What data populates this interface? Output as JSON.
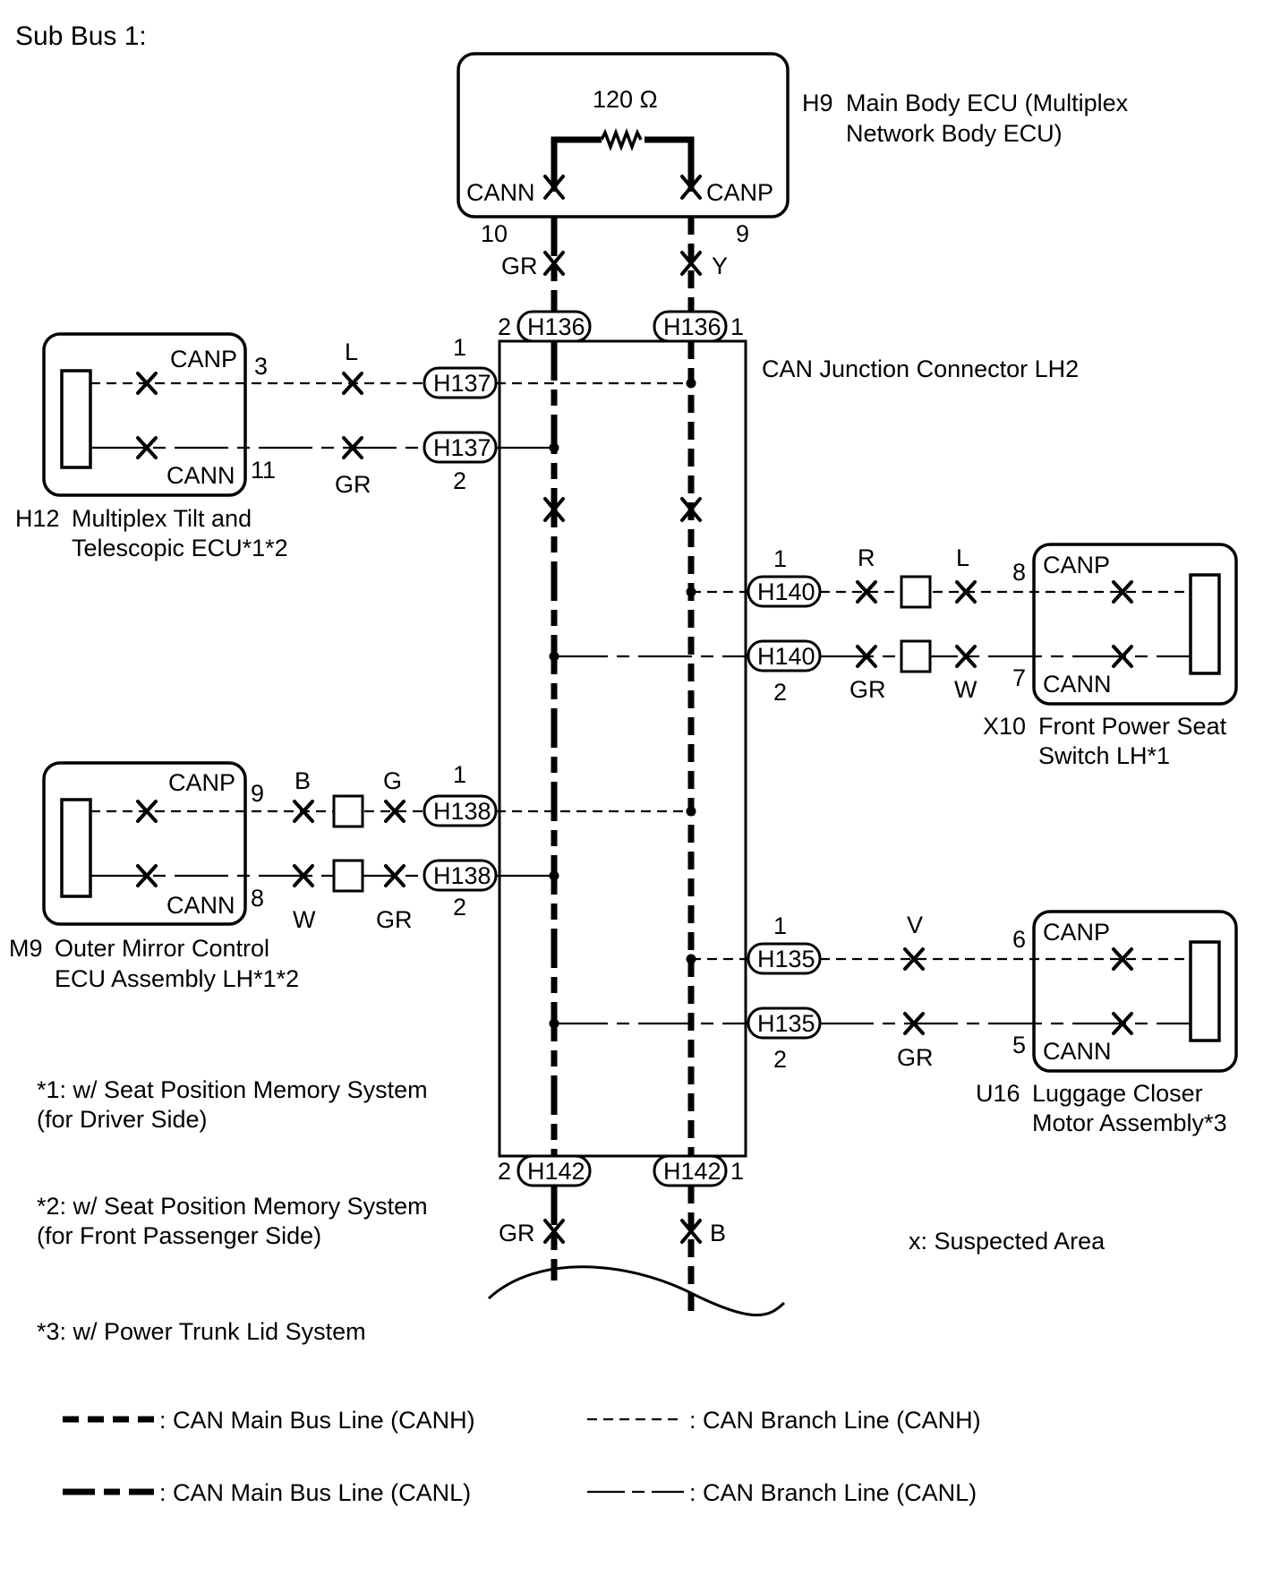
{
  "title": "Sub Bus 1:",
  "main_ecu": {
    "id": "H9",
    "name_line1": "Main Body ECU (Multiplex",
    "name_line2": "Network Body ECU)",
    "resistor": "120 Ω",
    "pin_canl_label": "CANN",
    "pin_canh_label": "CANP",
    "pin_canl_num": "10",
    "pin_canh_num": "9",
    "wire_canl_color": "GR",
    "wire_canh_color": "Y"
  },
  "junction": {
    "name": "CAN Junction Connector LH2",
    "top_connector": "H136",
    "top_pin_canl": "2",
    "top_pin_canh": "1",
    "bottom_connector": "H142",
    "bottom_pin_canl": "2",
    "bottom_pin_canh": "1",
    "bottom_wire_canl_color": "GR",
    "bottom_wire_canh_color": "B"
  },
  "h12": {
    "id": "H12",
    "name_line1": "Multiplex Tilt and",
    "name_line2": "Telescopic ECU*1*2",
    "canp_label": "CANP",
    "cann_label": "CANN",
    "canp_pin": "3",
    "cann_pin": "11",
    "canp_color": "L",
    "cann_color": "GR",
    "connector": "H137",
    "conn_pin_canp": "1",
    "conn_pin_cann": "2"
  },
  "m9": {
    "id": "M9",
    "name_line1": "Outer Mirror Control",
    "name_line2": "ECU Assembly LH*1*2",
    "canp_label": "CANP",
    "cann_label": "CANN",
    "canp_pin": "9",
    "cann_pin": "8",
    "canp_color1": "B",
    "canp_color2": "G",
    "cann_color1": "W",
    "cann_color2": "GR",
    "connector": "H138",
    "conn_pin_canp": "1",
    "conn_pin_cann": "2"
  },
  "x10": {
    "id": "X10",
    "name_line1": "Front Power Seat",
    "name_line2": "Switch LH*1",
    "canp_label": "CANP",
    "cann_label": "CANN",
    "canp_pin": "8",
    "cann_pin": "7",
    "canp_color1": "R",
    "canp_color2": "L",
    "cann_color1": "GR",
    "cann_color2": "W",
    "connector": "H140",
    "conn_pin_canp": "1",
    "conn_pin_cann": "2"
  },
  "u16": {
    "id": "U16",
    "name_line1": "Luggage Closer",
    "name_line2": "Motor Assembly*3",
    "canp_label": "CANP",
    "cann_label": "CANN",
    "canp_pin": "6",
    "cann_pin": "5",
    "canp_color": "V",
    "cann_color": "GR",
    "connector": "H135",
    "conn_pin_canp": "1",
    "conn_pin_cann": "2"
  },
  "notes": {
    "n1_line1": "*1: w/ Seat Position Memory System",
    "n1_line2": "(for Driver Side)",
    "n2_line1": "*2: w/ Seat Position Memory System",
    "n2_line2": "(for Front Passenger Side)",
    "n3": "*3: w/ Power Trunk Lid System",
    "suspected": "x: Suspected Area"
  },
  "legend": {
    "main_canh": ": CAN Main Bus Line (CANH)",
    "main_canl": ": CAN Main Bus Line (CANL)",
    "branch_canh": ": CAN Branch Line (CANH)",
    "branch_canl": ": CAN Branch Line (CANL)"
  }
}
